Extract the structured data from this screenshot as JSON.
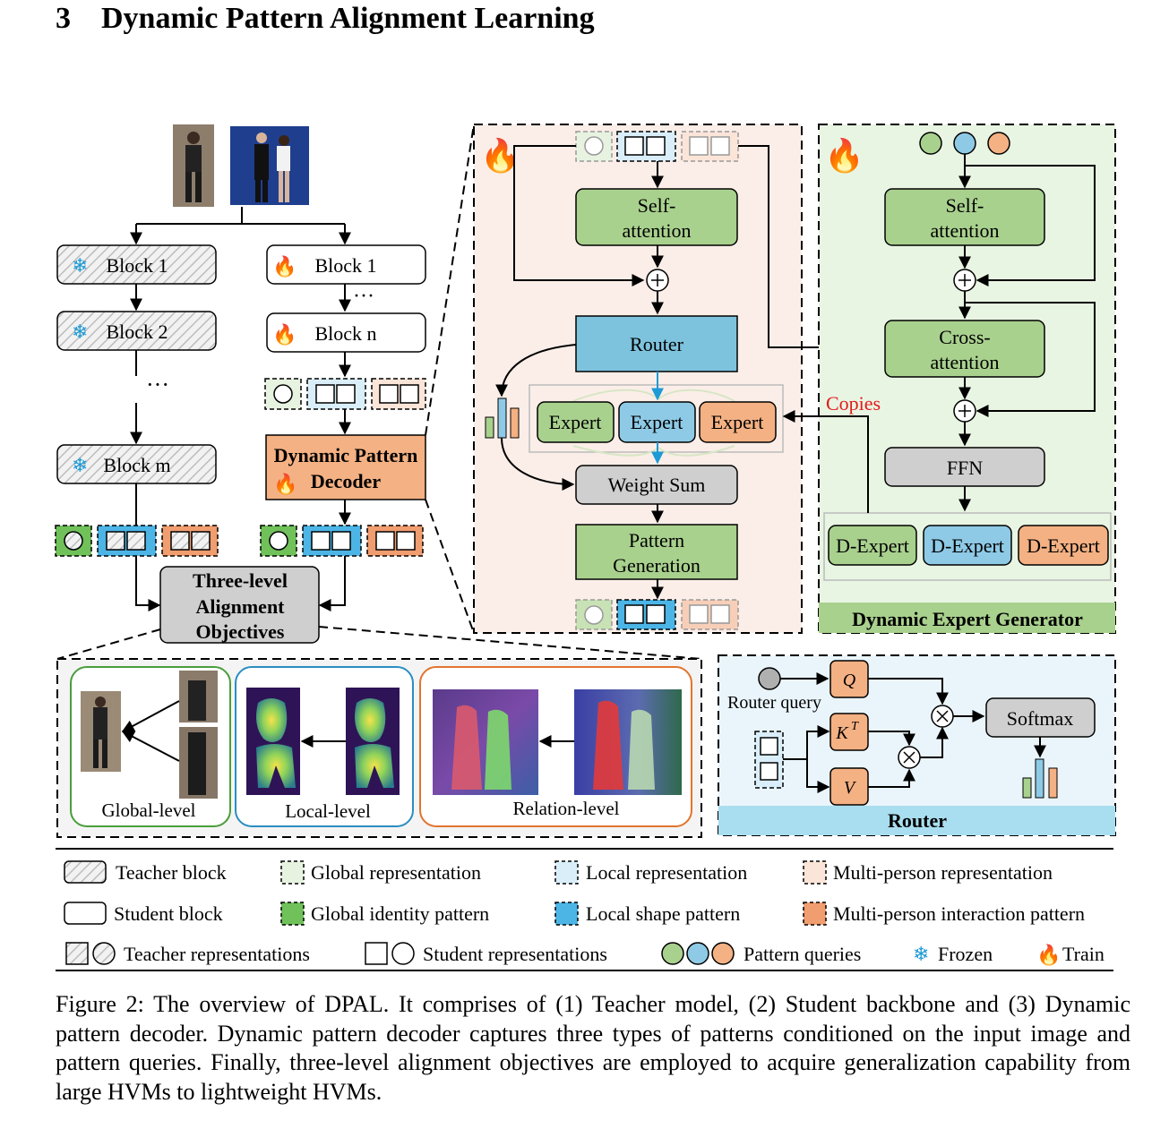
{
  "section": {
    "number": "3",
    "title": "Dynamic Pattern Alignment Learning"
  },
  "teacher": {
    "blocks": [
      "Block 1",
      "Block 2",
      "Block m"
    ],
    "ellipsis": "···"
  },
  "student": {
    "blocks": [
      "Block 1",
      "Block n"
    ],
    "ellipsis": "···"
  },
  "decoder_box": {
    "line1": "Dynamic Pattern",
    "line2": "Decoder"
  },
  "objectives_box": {
    "lines": [
      "Three-level",
      "Alignment",
      "Objectives"
    ]
  },
  "decoder_panel": {
    "self_attention": [
      "Self-",
      "attention"
    ],
    "router": "Router",
    "experts": [
      "Expert",
      "Expert",
      "Expert"
    ],
    "weight_sum": "Weight Sum",
    "pattern_generation": [
      "Pattern",
      "Generation"
    ]
  },
  "generator_panel": {
    "self_attention": [
      "Self-",
      "attention"
    ],
    "cross_attention": [
      "Cross-",
      "attention"
    ],
    "ffn": "FFN",
    "d_experts": [
      "D-Expert",
      "D-Expert",
      "D-Expert"
    ],
    "copies": "Copies",
    "title": "Dynamic Expert Generator"
  },
  "alignment_panels": {
    "global": "Global-level",
    "local": "Local-level",
    "relation": "Relation-level"
  },
  "router_panel": {
    "query_label": "Router query",
    "q": "Q",
    "k": "K",
    "k_sup": "T",
    "v": "V",
    "softmax": "Softmax",
    "title": "Router"
  },
  "legend": {
    "teacher_block": "Teacher block",
    "student_block": "Student block",
    "teacher_repr": "Teacher representations",
    "global_repr": "Global representation",
    "global_pattern": "Global identity pattern",
    "student_repr": "Student representations",
    "local_repr": "Local representation",
    "local_pattern": "Local shape pattern",
    "pattern_queries": "Pattern queries",
    "frozen": "Frozen",
    "multi_repr": "Multi-person representation",
    "multi_pattern": "Multi-person interaction pattern",
    "train": "Train"
  },
  "caption": "Figure 2: The overview of DPAL. It comprises of (1) Teacher model, (2) Student backbone and (3) Dynamic pattern decoder. Dynamic pattern decoder captures three types of patterns conditioned on the input image and pattern queries. Finally, three-level alignment objectives are employed to acquire generalization capability from large HVMs to lightweight HVMs.",
  "colors": {
    "green_fill": "#a9d18e",
    "blue_fill": "#8ecae6",
    "salmon_fill": "#f4b183",
    "router_blue": "#7ec3de",
    "grey_box": "#cfcfcf",
    "decoder_bg": "#fbeee8",
    "generator_bg": "#e9f5e3",
    "router_bg": "#eaf5fb",
    "fire": "#e11b1b",
    "snow": "#1e9ad6",
    "copies": "#e11b1b"
  }
}
